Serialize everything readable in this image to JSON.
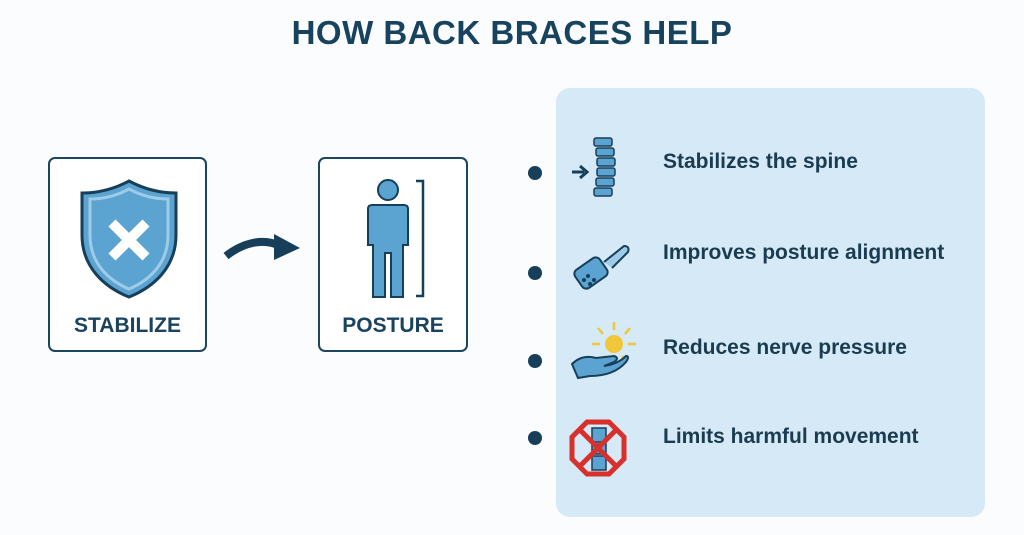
{
  "title": "HOW BACK BRACES HELP",
  "cards": [
    {
      "label": "STABILIZE",
      "icon": "shield-x-icon"
    },
    {
      "label": "POSTURE",
      "icon": "person-posture-icon"
    }
  ],
  "benefits": [
    {
      "text": "Stabilizes the spine",
      "icon": "spine-icon"
    },
    {
      "text": "Improves posture alignment",
      "icon": "brace-icon"
    },
    {
      "text": "Reduces nerve pressure",
      "icon": "hand-relief-icon"
    },
    {
      "text": "Limits harmful movement",
      "icon": "no-movement-icon"
    }
  ],
  "colors": {
    "navy": "#173f5a",
    "blue": "#5ba3d0",
    "panel": "#d5e9f6",
    "red": "#d9302c",
    "yellow": "#f2c63a"
  }
}
